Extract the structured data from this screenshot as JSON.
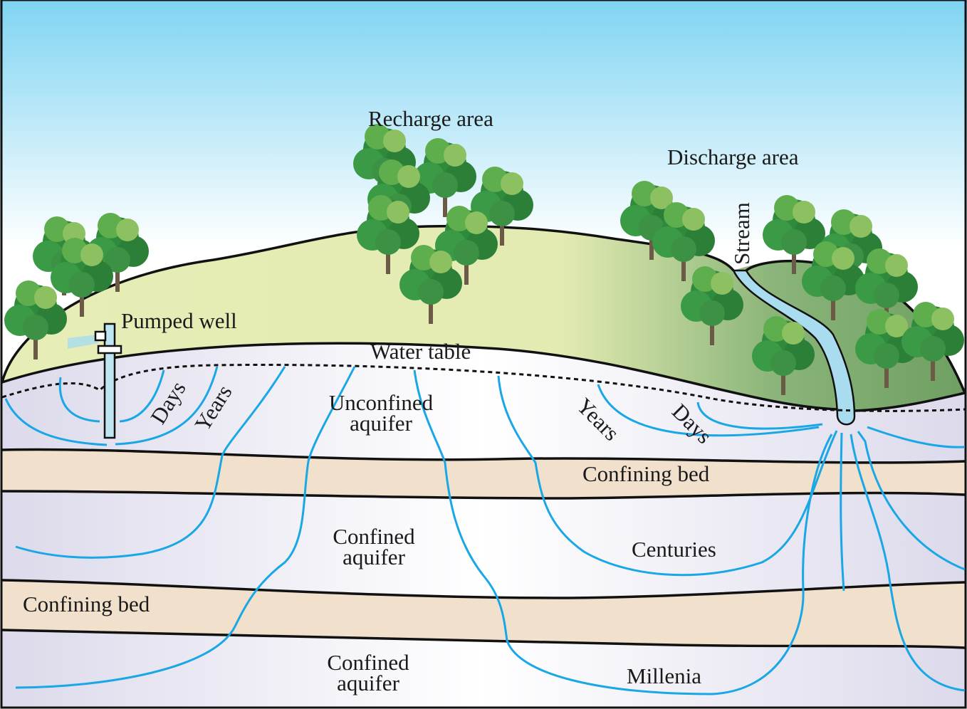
{
  "labels": {
    "recharge": "Recharge area",
    "discharge": "Discharge area",
    "stream": "Stream",
    "well": "Pumped well",
    "water_table": "Water table",
    "unconfined_1": "Unconfined",
    "unconfined_2": "aquifer",
    "days_left": "Days",
    "years_left": "Years",
    "years_right": "Years",
    "days_right": "Days",
    "confining_bed_upper": "Confining bed",
    "confined_upper_1": "Confined",
    "confined_upper_2": "aquifer",
    "centuries": "Centuries",
    "confining_bed_lower": "Confining bed",
    "confined_lower_1": "Confined",
    "confined_lower_2": "aquifer",
    "millenia": "Millenia"
  },
  "colors": {
    "flow": "#1aa7e6",
    "grass": "#e6edb6",
    "grass_dark": "#7aa86a",
    "aquifer": "#e4e2f0",
    "confining": "#f0e0cc",
    "sky": "#7fd4f2"
  }
}
